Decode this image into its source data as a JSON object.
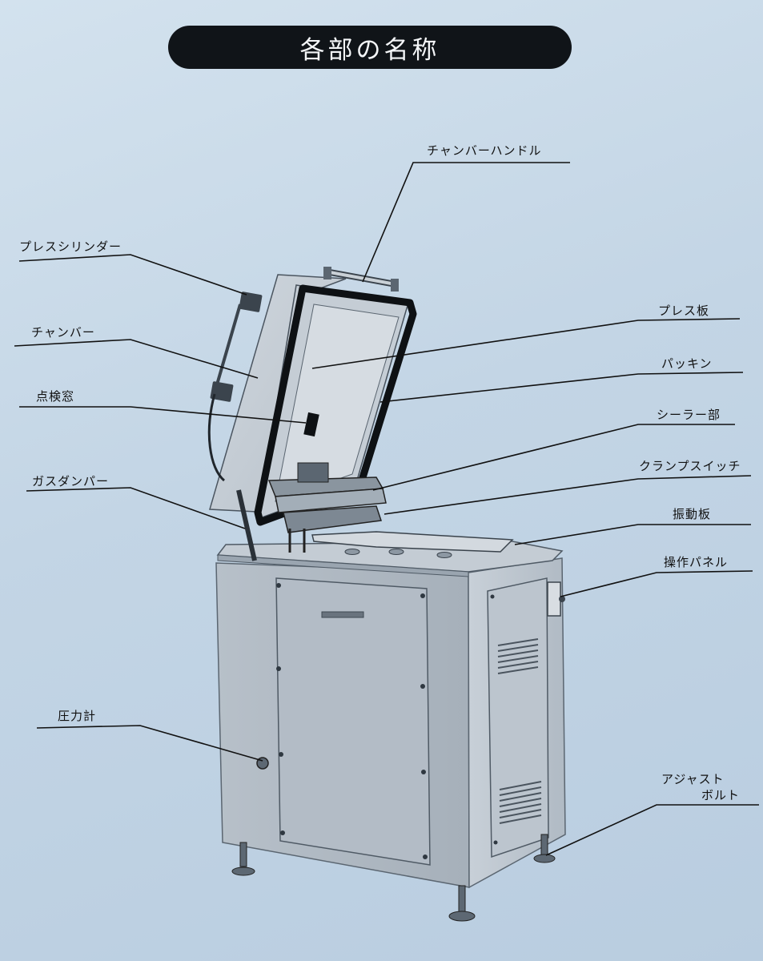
{
  "title": "各部の名称",
  "colors": {
    "background": "#c4d6e6",
    "title_pill": "#101418",
    "title_text": "#f4f6f8",
    "machine_body": "#aeb8c2",
    "leader_line": "#111111"
  },
  "labels": {
    "chamber_handle": "チャンバーハンドル",
    "press_cylinder": "プレスシリンダー",
    "press_plate": "プレス板",
    "chamber": "チャンバー",
    "packing": "パッキン",
    "inspection_window": "点検窓",
    "sealer": "シーラー部",
    "clamp_switch": "クランプスイッチ",
    "gas_damper": "ガスダンパー",
    "vibration_plate": "振動板",
    "operation_panel": "操作パネル",
    "pressure_gauge": "圧力計",
    "adjust_bolt_line1": "アジャスト",
    "adjust_bolt_line2": "ボルト"
  }
}
